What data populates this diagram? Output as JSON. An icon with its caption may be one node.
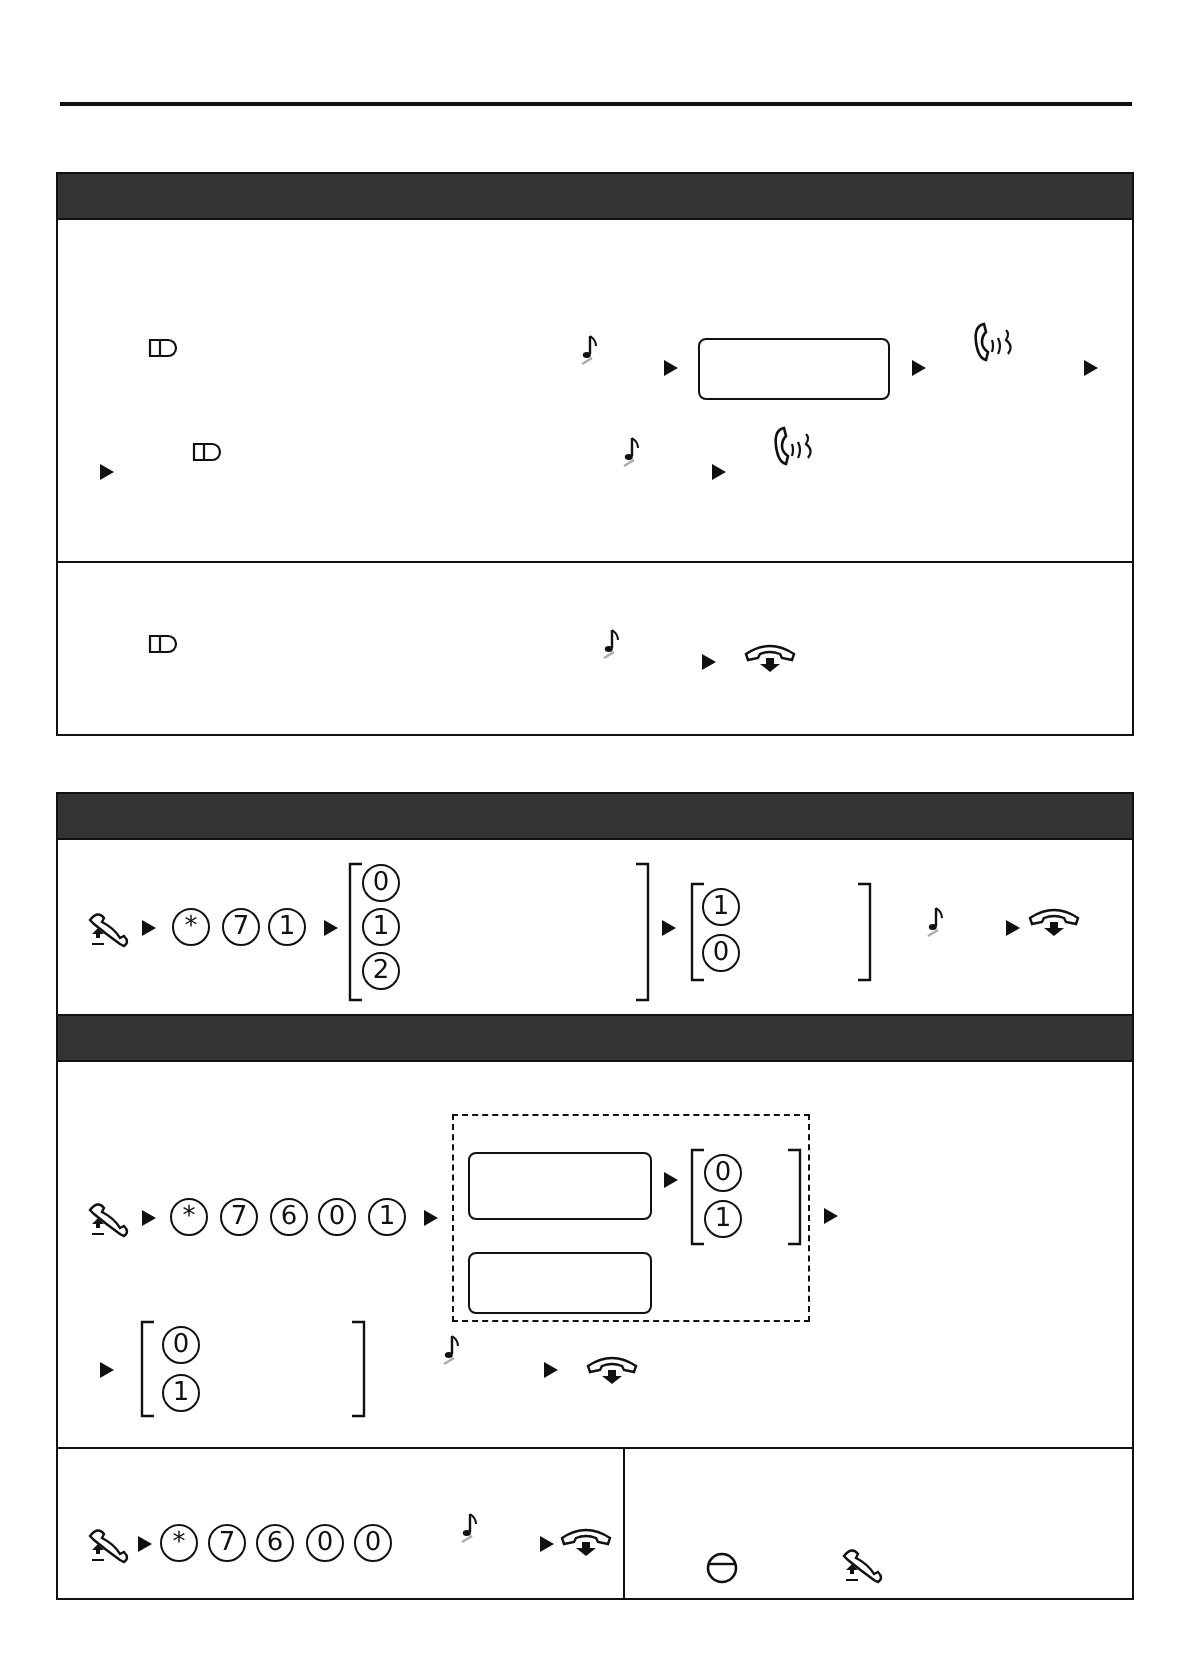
{
  "diagram": {
    "nodes": [
      {
        "text": [],
        "shape": "box"
      },
      {
        "text": [],
        "shape": "box"
      },
      {
        "text": [],
        "shape": "box",
        "in": 1
      },
      {
        "text": [],
        "shape": "box",
        "in": 1
      }
    ],
    "labels": [
      "*",
      "7",
      "1",
      "0",
      "1",
      "2",
      "1",
      "0",
      "*",
      "7",
      "6",
      "0",
      "1",
      "0",
      "1",
      "0",
      "1",
      "*",
      "7",
      "6",
      "0",
      "0"
    ]
  }
}
